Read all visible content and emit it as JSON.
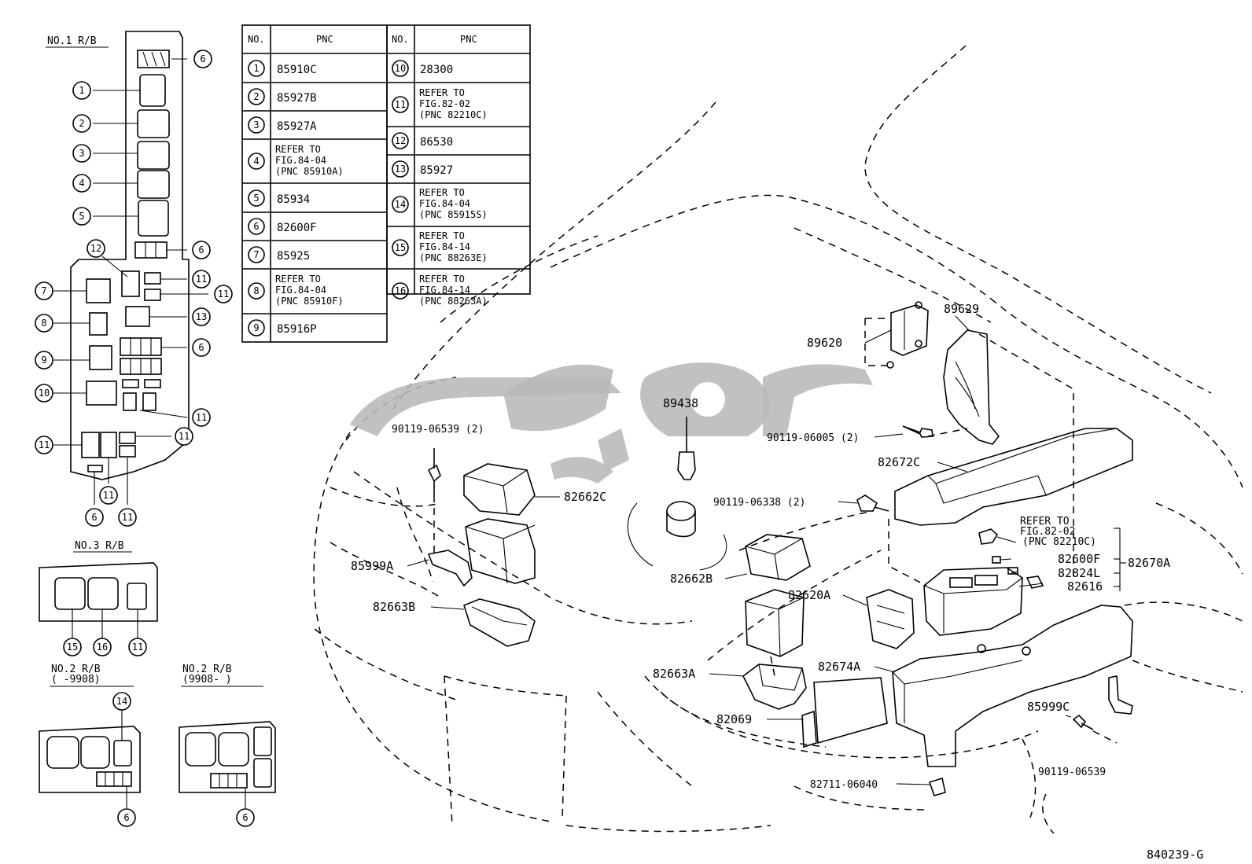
{
  "table": {
    "headers": [
      "NO.",
      "PNC",
      "NO.",
      "PNC"
    ],
    "left": [
      {
        "no": "1",
        "lines": [
          "85910C"
        ]
      },
      {
        "no": "2",
        "lines": [
          "85927B"
        ]
      },
      {
        "no": "3",
        "lines": [
          "85927A"
        ]
      },
      {
        "no": "4",
        "lines": [
          "REFER TO",
          "FIG.84-04",
          " (PNC 85910A)"
        ]
      },
      {
        "no": "5",
        "lines": [
          "85934"
        ]
      },
      {
        "no": "6",
        "lines": [
          "82600F"
        ]
      },
      {
        "no": "7",
        "lines": [
          "85925"
        ]
      },
      {
        "no": "8",
        "lines": [
          "REFER TO",
          "FIG.84-04",
          " (PNC 85910F)"
        ]
      },
      {
        "no": "9",
        "lines": [
          "85916P"
        ]
      }
    ],
    "right": [
      {
        "no": "10",
        "lines": [
          "28300"
        ]
      },
      {
        "no": "11",
        "lines": [
          "REFER TO",
          "FIG.82-02",
          " (PNC 82210C)"
        ]
      },
      {
        "no": "12",
        "lines": [
          "86530"
        ]
      },
      {
        "no": "13",
        "lines": [
          "85927"
        ]
      },
      {
        "no": "14",
        "lines": [
          "REFER TO",
          "FIG.84-04",
          " (PNC 85915S)"
        ]
      },
      {
        "no": "15",
        "lines": [
          "REFER TO",
          "FIG.84-14",
          " (PNC 88263E)"
        ]
      },
      {
        "no": "16",
        "lines": [
          "REFER TO",
          "FIG.84-14",
          " (PNC 88263A)"
        ]
      }
    ]
  },
  "relay_boxes": {
    "no1": "NO.1 R/B",
    "no3": "NO.3 R/B",
    "no2a_title": "NO.2 R/B",
    "no2a_range": "(     -9908)",
    "no2b_title": "NO.2 R/B",
    "no2b_range": "(9908-     )"
  },
  "callouts": {
    "no1": [
      "6",
      "1",
      "2",
      "3",
      "4",
      "5",
      "6",
      "12",
      "11",
      "11",
      "7",
      "8",
      "13",
      "6",
      "9",
      "10",
      "11",
      "11",
      "11",
      "6",
      "11",
      "11"
    ],
    "no3": [
      "15",
      "16",
      "11"
    ],
    "no2a": [
      "14",
      "6"
    ],
    "no2b": [
      "6"
    ]
  },
  "parts": {
    "p89629": "89629",
    "p89620": "89620",
    "p89438": "89438",
    "p90119_06539_2": "90119-06539 (2)",
    "p90119_06005_2": "90119-06005 (2)",
    "p82672C": "82672C",
    "p90119_06338_2": "90119-06338 (2)",
    "p82662C": "82662C",
    "refer_1": "REFER TO",
    "refer_2": "FIG.82-02",
    "refer_3": "(PNC 82210C)",
    "p82600F": "82600F",
    "p82670A": "82670A",
    "p85999A": "85999A",
    "p82824L": "82824L",
    "p82616": "82616",
    "p82662B": "82662B",
    "p82620A": "82620A",
    "p82663B": "82663B",
    "p82674A": "82674A",
    "p82663A": "82663A",
    "p85999C": "85999C",
    "p82069": "82069",
    "p90119_06539": "90119-06539",
    "p82711_06040": "82711-06040"
  },
  "figure_code": "840239-G"
}
